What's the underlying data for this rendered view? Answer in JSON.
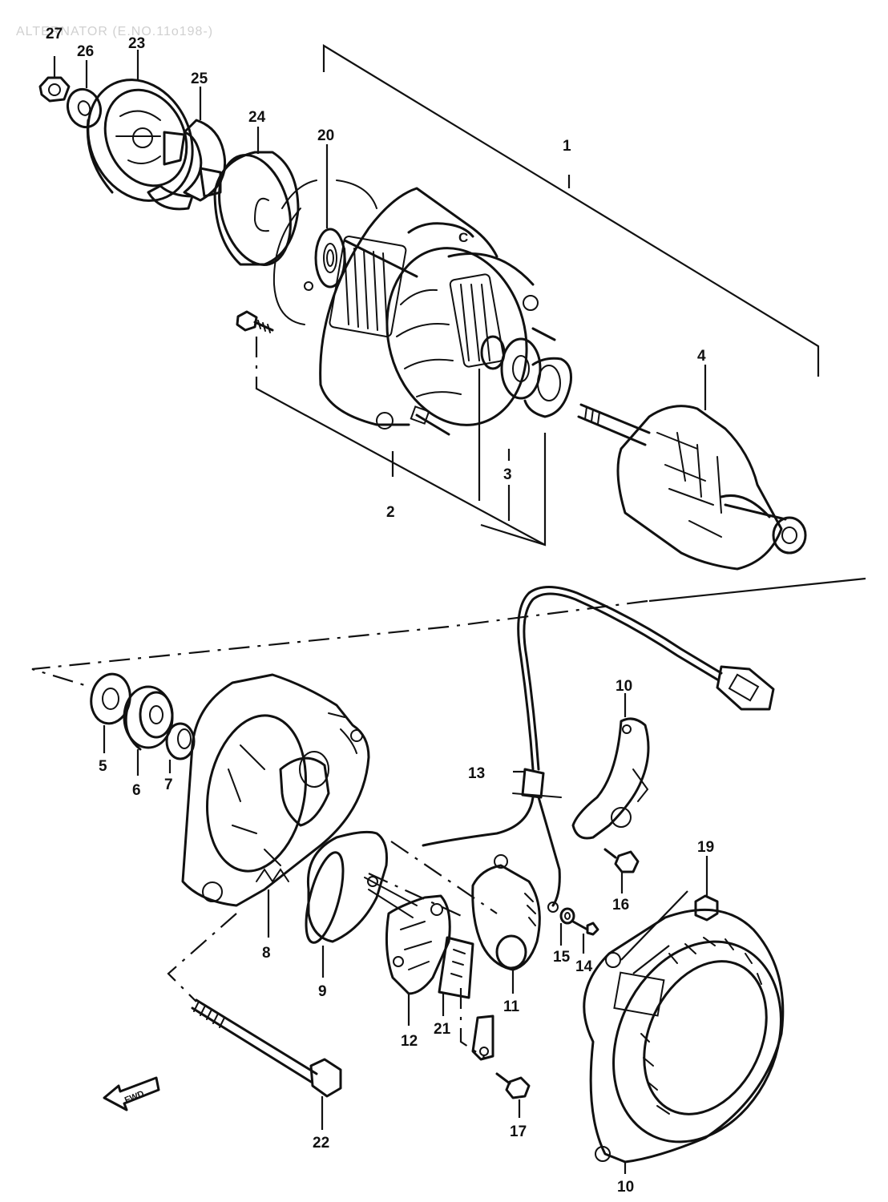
{
  "header": {
    "title": "ALTERNATOR (E.NO.11o198-)"
  },
  "fwd_label": "FWD",
  "callouts": [
    {
      "id": "27",
      "label": "27"
    },
    {
      "id": "26",
      "label": "26"
    },
    {
      "id": "23",
      "label": "23"
    },
    {
      "id": "25",
      "label": "25"
    },
    {
      "id": "24",
      "label": "24"
    },
    {
      "id": "20",
      "label": "20"
    },
    {
      "id": "1",
      "label": "1"
    },
    {
      "id": "4",
      "label": "4"
    },
    {
      "id": "3",
      "label": "3"
    },
    {
      "id": "2",
      "label": "2"
    },
    {
      "id": "10a",
      "label": "10"
    },
    {
      "id": "13",
      "label": "13"
    },
    {
      "id": "5",
      "label": "5"
    },
    {
      "id": "6",
      "label": "6"
    },
    {
      "id": "7",
      "label": "7"
    },
    {
      "id": "19",
      "label": "19"
    },
    {
      "id": "16",
      "label": "16"
    },
    {
      "id": "8",
      "label": "8"
    },
    {
      "id": "15",
      "label": "15"
    },
    {
      "id": "14",
      "label": "14"
    },
    {
      "id": "11",
      "label": "11"
    },
    {
      "id": "9",
      "label": "9"
    },
    {
      "id": "12",
      "label": "12"
    },
    {
      "id": "21",
      "label": "21"
    },
    {
      "id": "17",
      "label": "17"
    },
    {
      "id": "22",
      "label": "22"
    },
    {
      "id": "10b",
      "label": "10"
    }
  ]
}
